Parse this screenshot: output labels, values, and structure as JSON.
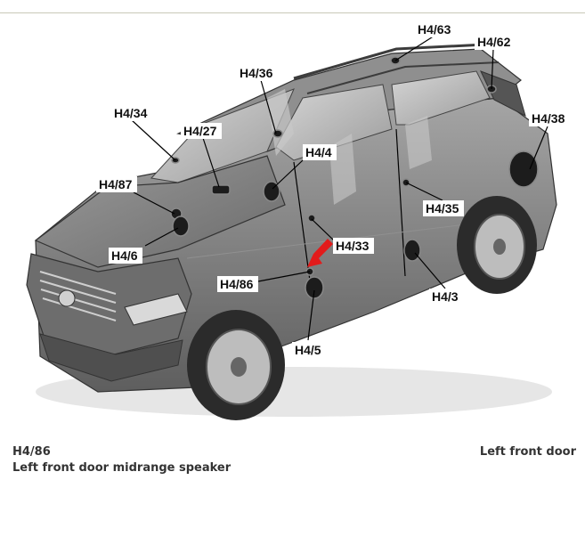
{
  "callouts": [
    {
      "id": "H4/63",
      "text": "H4/63"
    },
    {
      "id": "H4/62",
      "text": "H4/62"
    },
    {
      "id": "H4/36",
      "text": "H4/36"
    },
    {
      "id": "H4/34",
      "text": "H4/34"
    },
    {
      "id": "H4/27",
      "text": "H4/27"
    },
    {
      "id": "H4/38",
      "text": "H4/38"
    },
    {
      "id": "H4/4",
      "text": "H4/4"
    },
    {
      "id": "H4/87",
      "text": "H4/87"
    },
    {
      "id": "H4/35",
      "text": "H4/35"
    },
    {
      "id": "H4/6",
      "text": "H4/6"
    },
    {
      "id": "H4/33",
      "text": "H4/33"
    },
    {
      "id": "H4/86",
      "text": "H4/86"
    },
    {
      "id": "H4/3",
      "text": "H4/3"
    },
    {
      "id": "H4/5",
      "text": "H4/5"
    }
  ],
  "caption": {
    "code": "H4/86",
    "name": "Left front door midrange speaker",
    "location": "Left front door"
  },
  "colors": {
    "body": "#7d7d7d",
    "body_dark": "#4a4a4a",
    "body_light": "#b4b4b4",
    "marker": "#e21b1b"
  }
}
